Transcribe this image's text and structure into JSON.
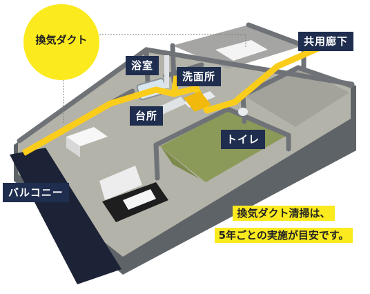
{
  "colors": {
    "duct": "#fbcd1b",
    "tag_bg": "#1f2d4e",
    "circle": "#fbea1e",
    "floor_gray": "#a7a79e",
    "floor_green": "#8c9a59",
    "wall": "#6f7377",
    "balcony": "#1c2336"
  },
  "labels": {
    "duct": "換気ダクト",
    "bath": "浴室",
    "washroom": "洗面所",
    "kitchen": "台所",
    "toilet": "トイレ",
    "hallway": "共用廊下",
    "balcony": "バルコニー"
  },
  "note": {
    "line1": "換気ダクト清掃は、",
    "line2": "5年ごとの実施が目安です。"
  }
}
